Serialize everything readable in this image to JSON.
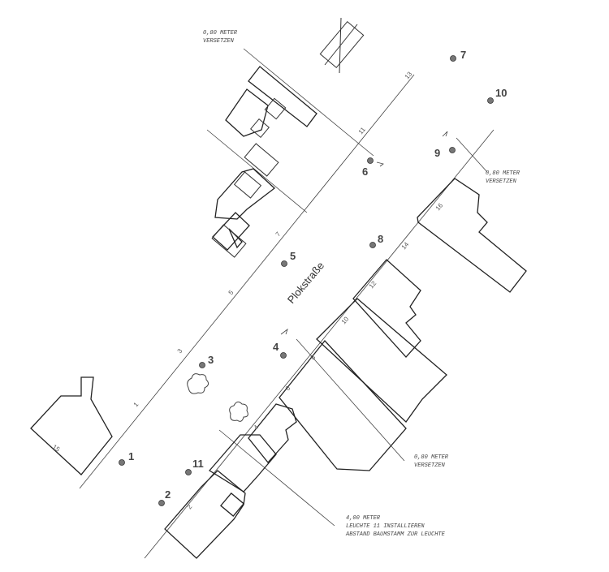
{
  "street_name": "Plokstraße",
  "house_numbers_north": [
    "15",
    "1",
    "3",
    "5",
    "7",
    "11",
    "13"
  ],
  "house_numbers_south": [
    "2",
    "4",
    "6",
    "8",
    "10",
    "12",
    "14",
    "16"
  ],
  "lamps": [
    "1",
    "2",
    "3",
    "4",
    "5",
    "6",
    "7",
    "8",
    "9",
    "10",
    "11"
  ],
  "notes": {
    "top_line1": "0,80 METER",
    "top_line2": "VERSETZEN",
    "right_line1": "0,80 METER",
    "right_line2": "VERSETZEN",
    "mid_line1": "0,80 METER",
    "mid_line2": "VERSETZEN",
    "bottom_line1": "4,00 METER",
    "bottom_line2": "LEUCHTE 11 INSTALLIEREN",
    "bottom_line3": "ABSTAND BAUMSTAMM ZUR LEUCHTE"
  }
}
